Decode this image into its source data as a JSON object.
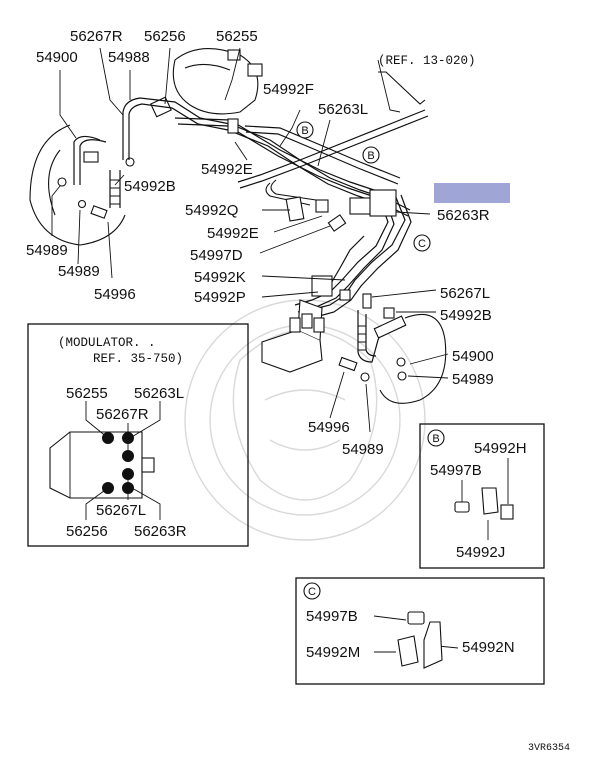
{
  "labels": {
    "l56267R_top": "56267R",
    "l56256_top": "56256",
    "l56255_top": "56255",
    "l54900_left": "54900",
    "l54988": "54988",
    "ref_13020": "(REF. 13-020)",
    "l54992F": "54992F",
    "l56263L_top": "56263L",
    "l54992B_left": "54992B",
    "l54992E_a": "54992E",
    "l54992Q": "54992Q",
    "l54992E_b": "54992E",
    "l56263R_top": "56263R",
    "l54997D": "54997D",
    "l54992K": "54992K",
    "l54992P": "54992P",
    "l56267L_right": "56267L",
    "l54992B_right": "54992B",
    "l54900_right": "54900",
    "l54989_right": "54989",
    "l54989_a": "54989",
    "l54989_b": "54989",
    "l54996_left": "54996",
    "l54996_mid": "54996",
    "l54989_mid": "54989"
  },
  "callouts": {
    "b": "B",
    "c": "C"
  },
  "modulator": {
    "title": "(MODULATOR. .",
    "ref": "REF. 35-750)",
    "l56255": "56255",
    "l56263L": "56263L",
    "l56267R": "56267R",
    "l56267L": "56267L",
    "l56256": "56256",
    "l56263R": "56263R"
  },
  "inset_b": {
    "tag": "B",
    "l54992H": "54992H",
    "l54997B": "54997B",
    "l54992J": "54992J"
  },
  "inset_c": {
    "tag": "C",
    "l54997B": "54997B",
    "l54992M": "54992M",
    "l54992N": "54992N"
  },
  "footer_code": "3VR6354",
  "highlight_color": "#9fa6d6"
}
